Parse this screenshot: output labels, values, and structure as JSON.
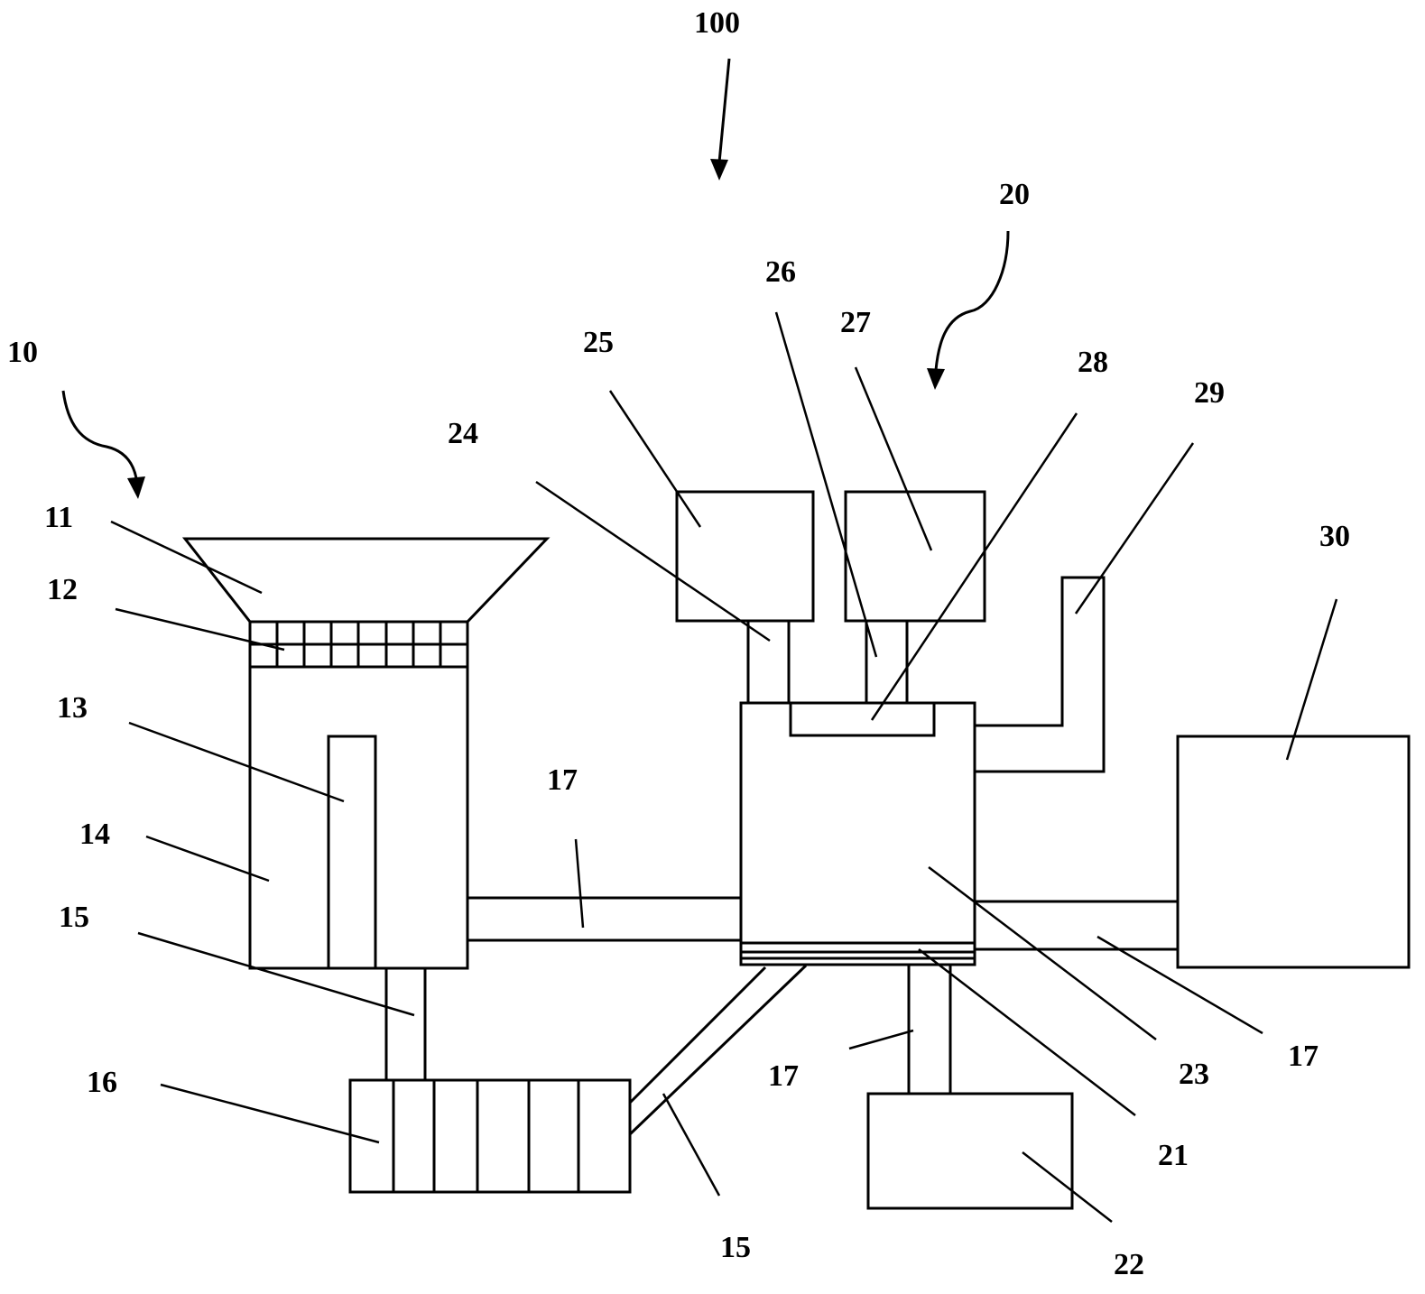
{
  "diagram": {
    "labels": {
      "system": "100",
      "unit_left": "10",
      "unit_right": "20",
      "hopper": "11",
      "grid": "12",
      "inner_column": "13",
      "left_tank": "14",
      "pipe_left": "15",
      "pipe_bottom": "15",
      "bottom_box": "16",
      "connector_mid": "17",
      "connector_low": "17",
      "connector_right": "17",
      "plate": "21",
      "lower_box": "22",
      "reactor": "23",
      "pipe_top_left": "24",
      "box_top_left": "25",
      "pipe_top_right": "26",
      "box_top_right": "27",
      "top_tray": "28",
      "side_pipe": "29",
      "right_box": "30"
    }
  }
}
